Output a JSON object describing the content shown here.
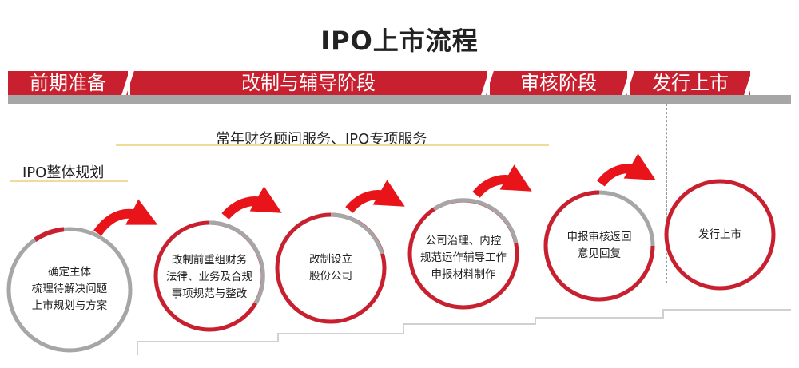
{
  "title": "IPO上市流程",
  "phases": [
    {
      "label": "前期准备"
    },
    {
      "label": "改制与辅导阶段"
    },
    {
      "label": "审核阶段"
    },
    {
      "label": "发行上市"
    }
  ],
  "services": {
    "annual": "常年财务顾问服务、IPO专项服务",
    "planning": "IPO整体规划"
  },
  "steps": [
    {
      "lines": [
        "确定主体",
        "梳理待解决问题",
        "上市规划与方案"
      ]
    },
    {
      "lines": [
        "改制前重组财务",
        "法律、业务及合规",
        "事项规范与整改"
      ]
    },
    {
      "lines": [
        "改制设立",
        "股份公司"
      ]
    },
    {
      "lines": [
        "公司治理、内控",
        "规范运作辅导工作",
        "申报材料制作"
      ]
    },
    {
      "lines": [
        "申报审核返回",
        "意见回复"
      ]
    },
    {
      "lines": [
        "发行上市"
      ]
    }
  ],
  "colors": {
    "accent": "#c8202e",
    "gray": "#a6a6a6",
    "gold": "#f0dc9a"
  }
}
